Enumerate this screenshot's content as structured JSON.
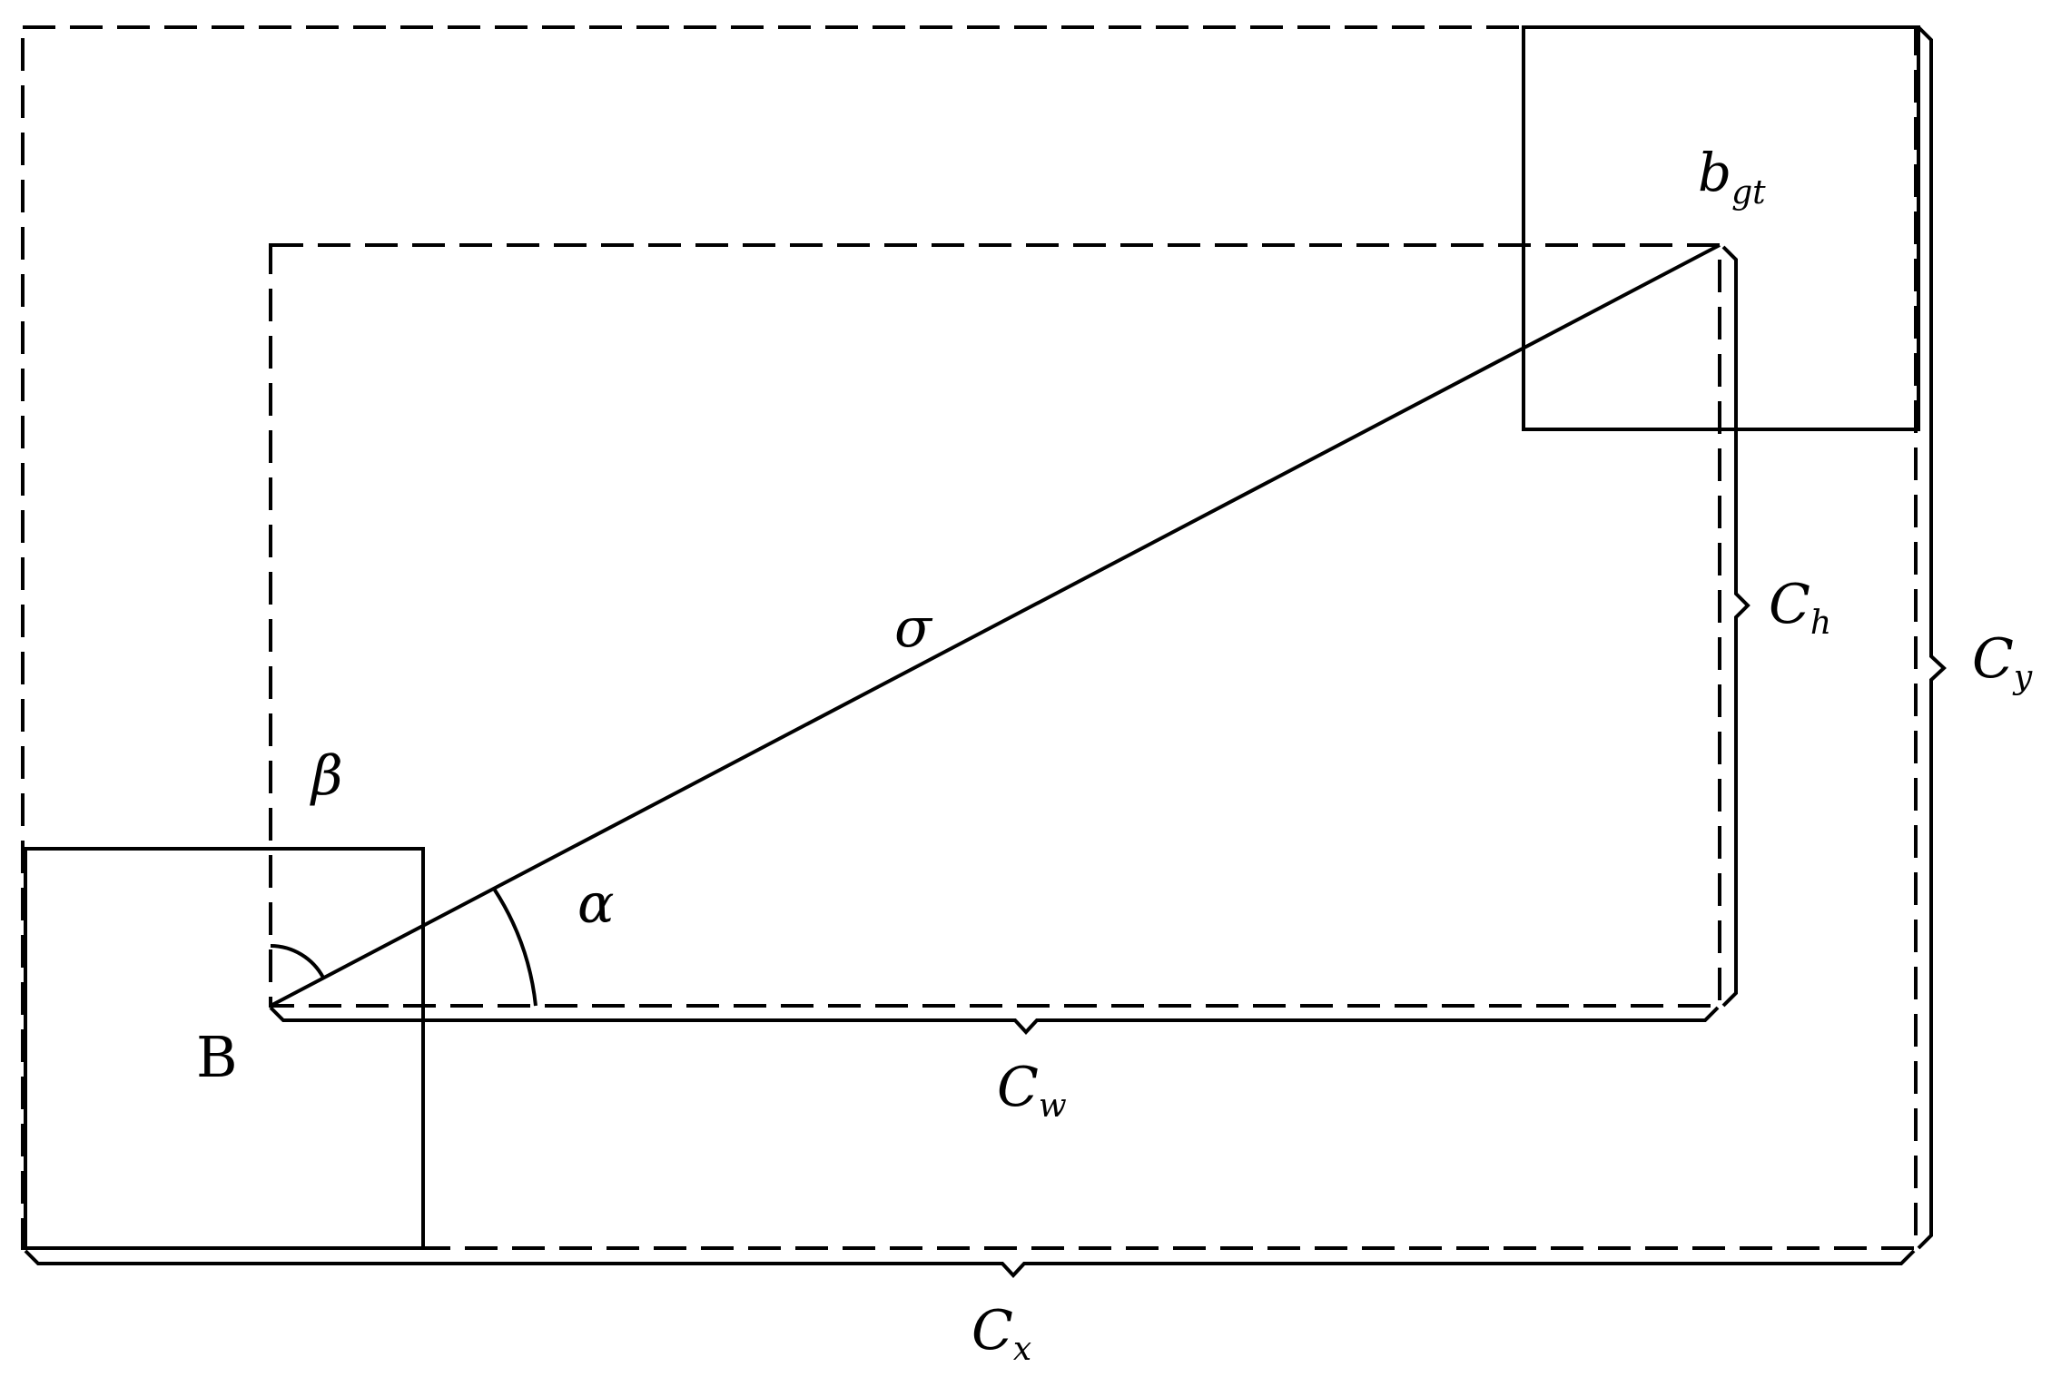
{
  "colors": {
    "stroke": "#000000",
    "background": "#ffffff"
  },
  "labels": {
    "point_b": "B",
    "gt_main": "b",
    "gt_sub": "gt",
    "sigma": "σ",
    "alpha": "α",
    "beta": "β",
    "cw_main": "C",
    "cw_sub": "w",
    "ch_main": "C",
    "ch_sub": "h",
    "cx_main": "C",
    "cx_sub": "x",
    "cy_main": "C",
    "cy_sub": "y"
  }
}
